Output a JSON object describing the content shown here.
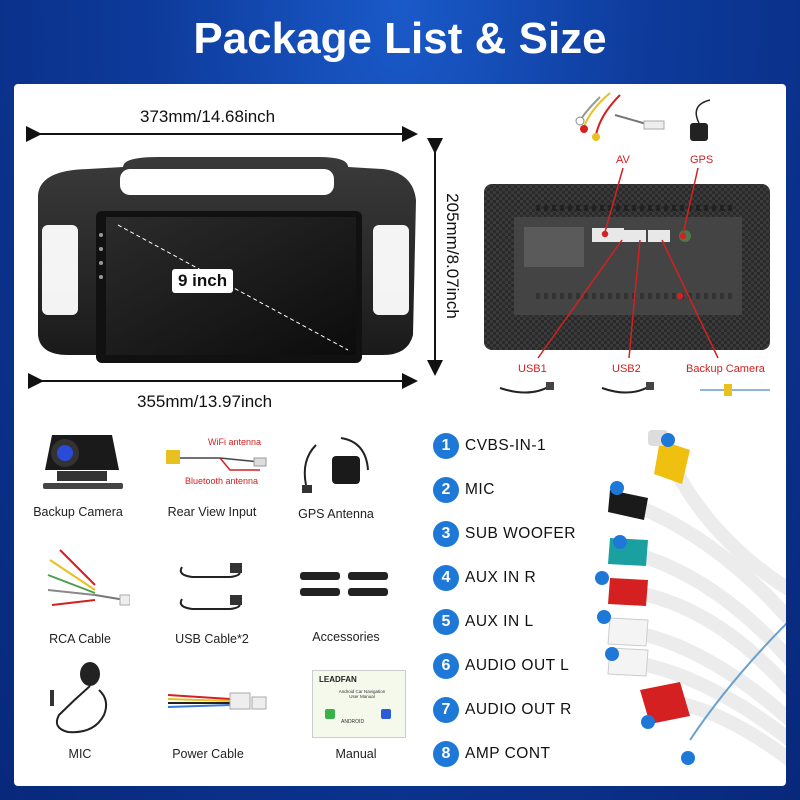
{
  "title": "Package List & Size",
  "dimensions": {
    "top_width": "373mm/14.68inch",
    "bottom_width": "355mm/13.97inch",
    "height": "205mm/8.07inch",
    "screen_size": "9 inch"
  },
  "back_panel": {
    "av_label": "AV",
    "gps_label": "GPS",
    "usb1_label": "USB1",
    "usb2_label": "USB2",
    "backup_camera_label": "Backup Camera"
  },
  "package_items": [
    {
      "label": "Backup Camera"
    },
    {
      "label": "Rear View Input"
    },
    {
      "label": "GPS Antenna"
    },
    {
      "label": "RCA Cable"
    },
    {
      "label": "USB Cable*2"
    },
    {
      "label": "Accessories"
    },
    {
      "label": "MIC"
    },
    {
      "label": "Power Cable"
    },
    {
      "label": "Manual"
    }
  ],
  "rear_view_input": {
    "wifi_antenna": "WiFi antenna",
    "bluetooth_antenna": "Bluetooth antenna"
  },
  "manual": {
    "brand": "LEADFAN",
    "subtitle": "Android Car Navigation User Manual",
    "android_text": "ANDROID"
  },
  "ports": [
    {
      "number": "1",
      "label": "CVBS-IN-1"
    },
    {
      "number": "2",
      "label": "MIC"
    },
    {
      "number": "3",
      "label": "SUB WOOFER"
    },
    {
      "number": "4",
      "label": "AUX IN R"
    },
    {
      "number": "5",
      "label": "AUX IN L"
    },
    {
      "number": "6",
      "label": "AUDIO OUT L"
    },
    {
      "number": "7",
      "label": "AUDIO OUT R"
    },
    {
      "number": "8",
      "label": "AMP CONT"
    }
  ],
  "colors": {
    "accent_blue": "#1e78d8",
    "background_blue": "#0d3a9a",
    "marker_red": "#d42020"
  }
}
